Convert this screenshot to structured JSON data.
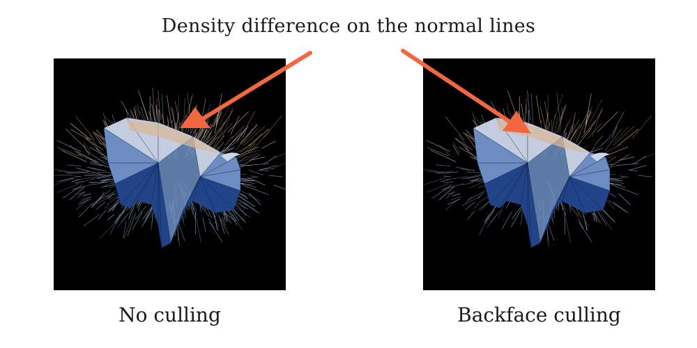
{
  "heading": "Density difference on the normal lines",
  "panels": [
    {
      "caption": "No culling",
      "normal_lines_density": "high"
    },
    {
      "caption": "Backface culling",
      "normal_lines_density": "low"
    }
  ],
  "colors": {
    "arrow": "#f26640",
    "panel_background": "#000000",
    "mesh_light": "#cfd6e6",
    "mesh_mid": "#6f8fc4",
    "mesh_dark": "#1b3f86",
    "normal_line_warm": "#d8b79a",
    "normal_line_cool": "#9fb2d6"
  },
  "icons": {
    "subject": "bull-mesh-with-normal-lines",
    "annotation": "arrow"
  }
}
